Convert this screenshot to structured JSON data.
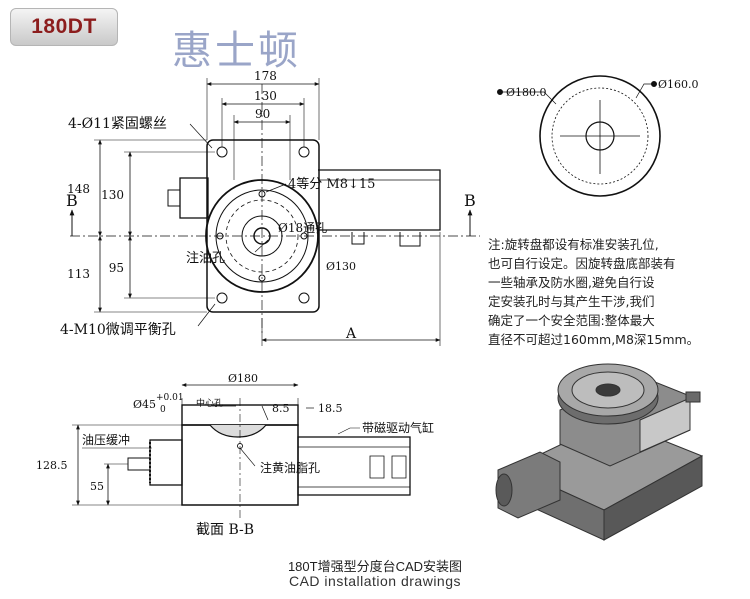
{
  "badge": {
    "model": "180DT",
    "text_color": "#8c1d1d"
  },
  "brand": {
    "name": "惠士顿",
    "color": "#9aa5c8"
  },
  "top_view": {
    "dims": {
      "d178": "178",
      "d130": "130",
      "d90": "90",
      "h148": "148",
      "h130": "130",
      "h113": "113",
      "h95": "95"
    },
    "labels": {
      "holes_top": "4-Ø11紧固螺丝",
      "holes_bottom": "4-M10微调平衡孔",
      "equal_div": "4等分 M8↓15",
      "oil": "注油孔",
      "dia_shaft": "Ø18通孔",
      "dia_table": "Ø130",
      "section_b_left": "B",
      "section_b_right": "B",
      "dim_a": "A"
    }
  },
  "plate_view": {
    "d180": "Ø180.0",
    "d160": "Ø160.0"
  },
  "note": {
    "lines": [
      "注:旋转盘都设有标准安装孔位,",
      "也可自行设定。因旋转盘底部装有",
      "一些轴承及防水圈,避免自行设",
      "定安装孔时与其产生干涉,我们",
      "确定了一个安全范围:整体最大",
      "直径不可超过160mm,M8深15mm。"
    ]
  },
  "section_view": {
    "d180": "Ø180",
    "bore_main": "Ø45",
    "bore_tol_upper": "+0.01",
    "bore_tol_lower": "0",
    "center_hole": "中心孔",
    "d8_5": "8.5",
    "d18_5": "18.5",
    "h128_5": "128.5",
    "h55": "55",
    "oil_buffer": "油压缓冲",
    "magnetic_cylinder": "带磁驱动气缸",
    "grease_hole": "注黄油脂孔",
    "section_title": "截面 B-B"
  },
  "caption": {
    "cn": "180T增强型分度台CAD安装图",
    "en": "CAD installation drawings"
  }
}
